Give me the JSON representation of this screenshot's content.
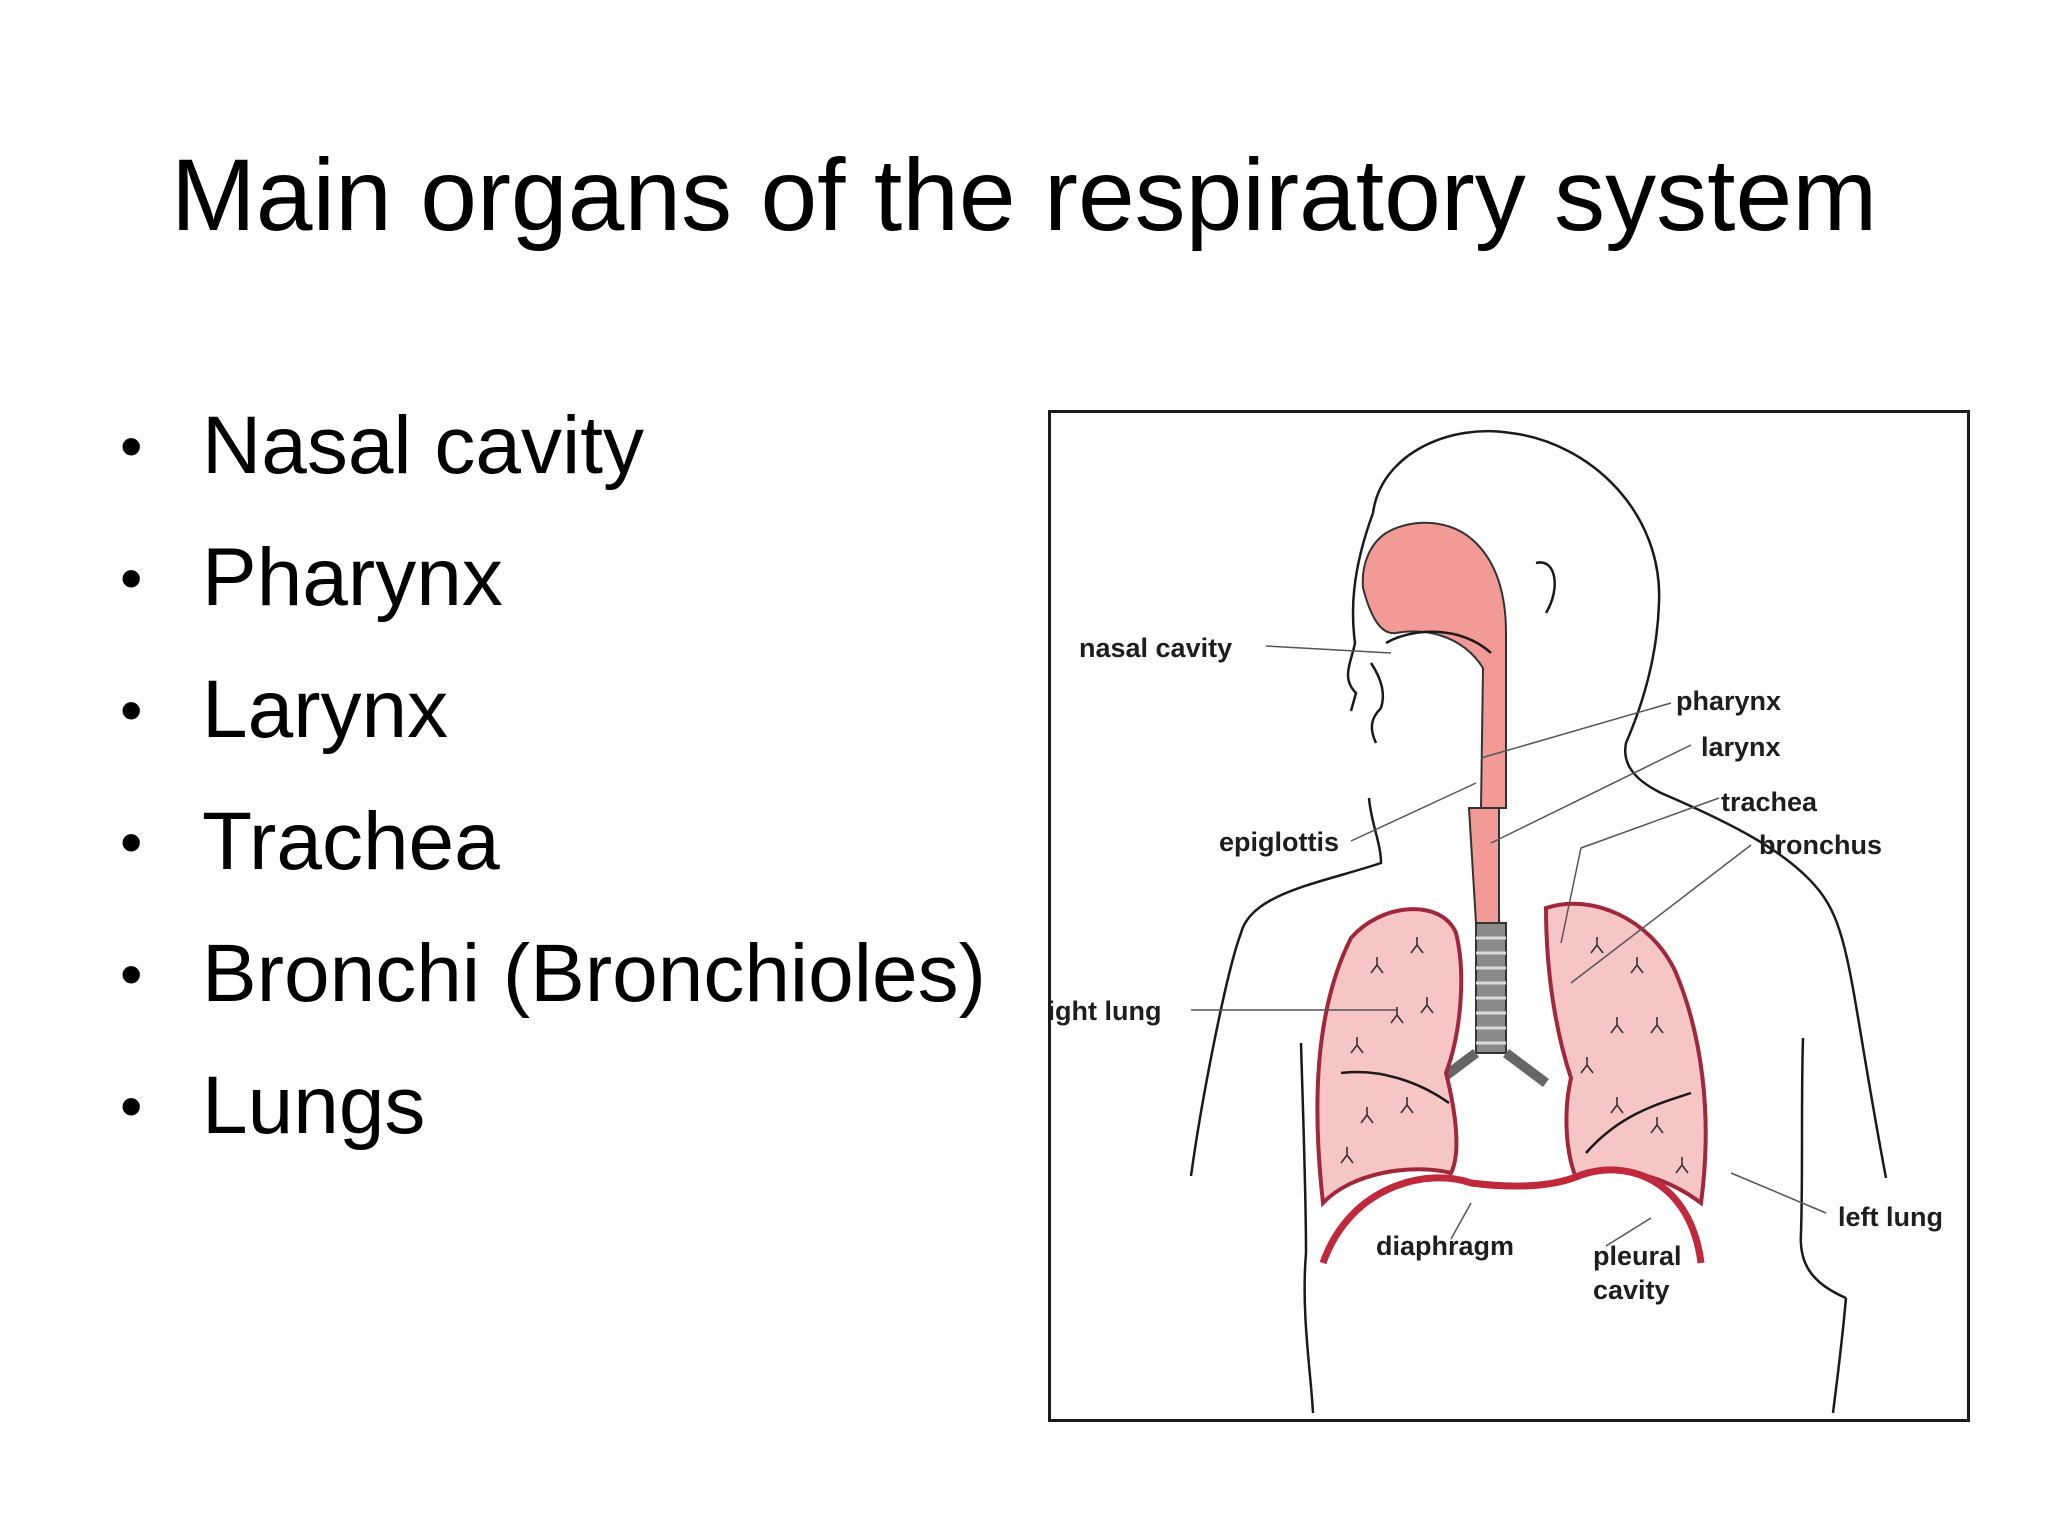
{
  "slide": {
    "title": "Main organs of the respiratory system",
    "bullets": [
      "Nasal cavity",
      "Pharynx",
      "Larynx",
      "Trachea",
      "Bronchi (Bronchioles)",
      "Lungs"
    ]
  },
  "diagram": {
    "labels": {
      "nasal_cavity": "nasal cavity",
      "pharynx": "pharynx",
      "larynx": "larynx",
      "trachea": "trachea",
      "bronchus": "bronchus",
      "epiglottis": "epiglottis",
      "right_lung": "right lung",
      "left_lung": "left lung",
      "diaphragm": "diaphragm",
      "pleural_cavity_1": "pleural",
      "pleural_cavity_2": "cavity"
    },
    "colors": {
      "airway": "#f19a96",
      "lung_fill": "#f6c5c5",
      "lung_edge": "#a0283a",
      "diaphragm": "#c0283c",
      "trachea_rings": "#5a5a5a"
    }
  }
}
